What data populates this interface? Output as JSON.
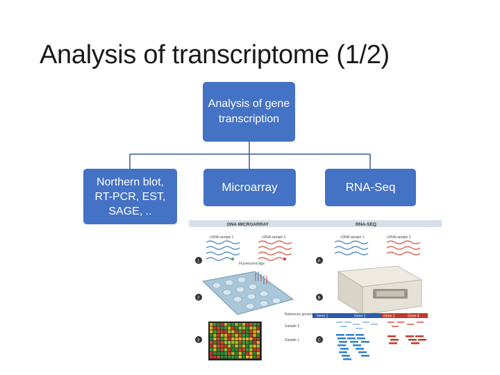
{
  "slide": {
    "title": "Analysis of transcriptome (1/2)"
  },
  "diagram": {
    "root": "Analysis of gene transcription",
    "children": [
      "Northern blot, RT-PCR, EST, SAGE, ..",
      "Microarray",
      "RNA-Seq"
    ],
    "box_color": "#4472c4",
    "connector_color": "#3a5a8c"
  },
  "figure": {
    "left_header": "DNA MICROARRAY",
    "right_header": "RNA-SEQ",
    "cdna1_left": "cDNA sample 1",
    "cdna2_left": "cDNA sample 2",
    "cdna1_right": "cDNA sample 1",
    "cdna2_right": "cDNA sample 2",
    "fluorescent_label": "Fluorescent tags",
    "reference_label": "Reference genome",
    "sample2_label": "Sample 2",
    "sample1_label": "Sample 1",
    "step1": "1",
    "step2": "2",
    "step3": "3",
    "stepA": "A",
    "stepB": "B",
    "stepC": "C",
    "genes": [
      "Gene 1",
      "Gene 2",
      "Gene 3",
      "Gene 4"
    ]
  }
}
